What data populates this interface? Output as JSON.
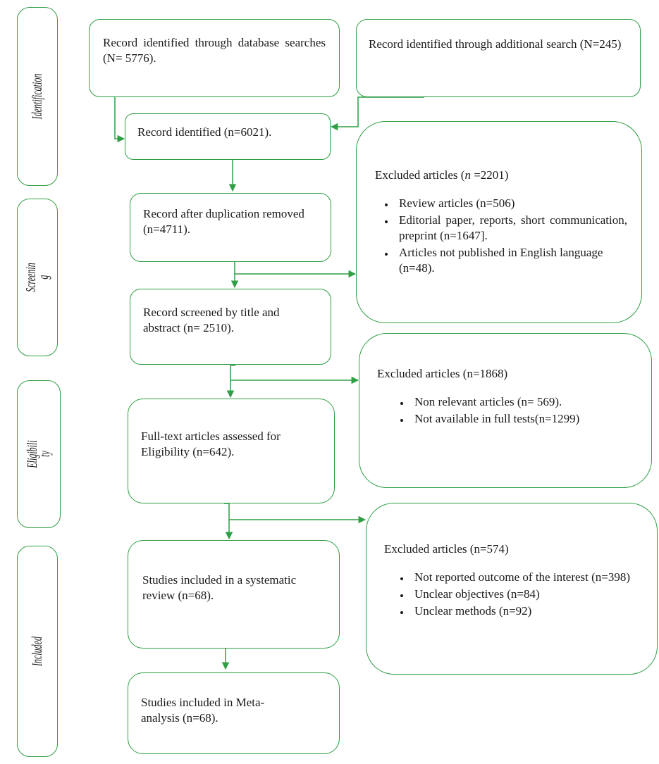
{
  "stages": {
    "identification": "Identification",
    "screening": [
      "Screenin",
      "g"
    ],
    "eligibility": [
      "Eligibili",
      "ty"
    ],
    "included": "Included"
  },
  "boxes": {
    "database_search": "Record identified through database searches (N= 5776).",
    "additional_search": "Record identified through additional search (N=245)",
    "identified": "Record identified (n=6021).",
    "after_duplication": "Record after duplication removed (n=4711).",
    "screened": "Record screened by title and abstract (n= 2510).",
    "full_text": "Full-text articles assessed for Eligibility (n=642).",
    "systematic_review": "Studies included in a systematic review (n=68).",
    "meta_analysis": "Studies included in Meta-analysis (n=68)."
  },
  "exclusions": {
    "screening": {
      "title_prefix": "Excluded articles (",
      "title_n": "n",
      "title_suffix": " =2201)",
      "items": [
        "Review articles (n=506)",
        "Editorial paper, reports, short communication, preprint (n=1647].",
        "Articles not published in English language (n=48)."
      ]
    },
    "eligibility": {
      "title": "Excluded articles (n=1868)",
      "items": [
        "Non relevant articles (n= 569).",
        "Not available in full tests(n=1299)"
      ]
    },
    "included": {
      "title": "Excluded articles (n=574)",
      "items": [
        "Not reported outcome of the interest (n=398)",
        "Unclear objectives (n=84)",
        "Unclear methods (n=92)"
      ]
    }
  },
  "colors": {
    "border": "#2f9e44",
    "arrow": "#2f9e44",
    "text": "#1a1a1a"
  }
}
